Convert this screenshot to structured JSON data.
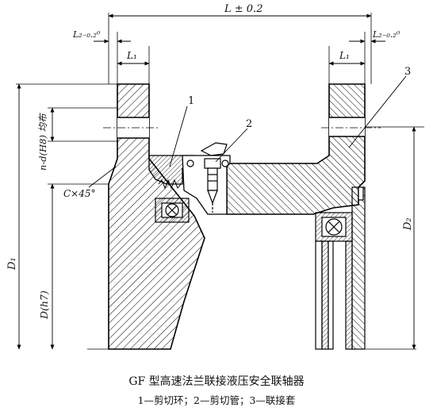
{
  "dimensions": {
    "overall_length": "L ± 0.2",
    "left_tolerance": "L₂₋₀.₂⁰",
    "right_tolerance": "L₂₋₀.₂⁰",
    "left_l1": "L₁",
    "right_l1": "L₁",
    "bolt_holes": "n-d(H8) 均布",
    "chamfer": "C×45°",
    "d1": "D₁",
    "d_h7": "D(h7)",
    "d2": "D₂"
  },
  "callouts": [
    "1",
    "2",
    "3"
  ],
  "caption": {
    "title": "GF 型高速法兰联接液压安全联轴器",
    "legend": "1—剪切环；2—剪切管；3—联接套"
  }
}
